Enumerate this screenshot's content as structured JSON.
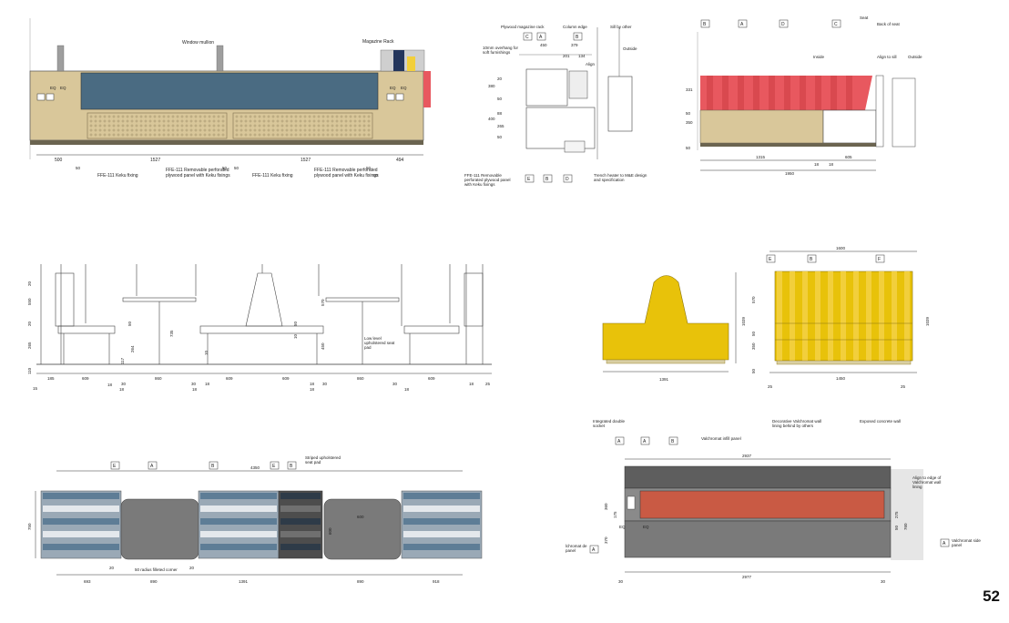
{
  "page_number": "52",
  "colors": {
    "tan": "#d9c79a",
    "teal": "#4a6b82",
    "red": "#e8585f",
    "yellow": "#e8c20a",
    "stripe_yellow": "#f2cf3c",
    "grey": "#7a7a7a",
    "dark_grey": "#5e5e5e",
    "orange_red": "#c95a44",
    "navy": "#23355c",
    "light_grey": "#cfcfcf"
  },
  "elevation_a": {
    "labels": {
      "mullion": "Window mullion",
      "magazine_rack": "Magazine Rack",
      "eq1": "EQ",
      "eq2": "EQ",
      "eq3": "EQ",
      "eq4": "EQ",
      "fix1": "FFE-111 Keku fixing",
      "panel1": "FFE-111 Removable perforated plywood panel with Keku fixings",
      "fix2": "FFE-111 Keku fixing",
      "panel2": "FFE-111 Removable perforated plywood panel with Keku fixings"
    },
    "dims": [
      "500",
      "1527",
      "1527",
      "494",
      "50",
      "50",
      "50",
      "50",
      "50"
    ]
  },
  "section_b": {
    "labels": {
      "rack": "Plywood magazine rack",
      "column": "Column edge",
      "sill": "Sill by other",
      "outside": "Outside",
      "overhang": "10mm overhang for soft furnishings",
      "align": "Align",
      "heater": "Trench heater to M&E design and specification",
      "panel": "FFE-111 Removable perforated plywood panel with Keku fixings"
    },
    "dims": [
      "450",
      "379",
      "201",
      "134",
      "380",
      "20",
      "50",
      "88",
      "265",
      "50",
      "400"
    ],
    "tags": [
      "C",
      "A",
      "B",
      "E",
      "B",
      "D"
    ]
  },
  "section_c": {
    "labels": {
      "seat": "Seat",
      "back": "Back of seat",
      "inside": "Inside",
      "outside": "Outside",
      "align": "Align to sill"
    },
    "tags": [
      "B",
      "A",
      "D",
      "C"
    ],
    "dims": [
      "331",
      "350",
      "50",
      "50",
      "1315",
      "605",
      "18",
      "18",
      "1950"
    ]
  },
  "booth_elevation": {
    "label": "Low level upholstered seat pad",
    "dims": [
      "20",
      "550",
      "20",
      "265",
      "110",
      "15",
      "185",
      "609",
      "860",
      "609",
      "609",
      "860",
      "609",
      "18",
      "18",
      "30",
      "30",
      "30",
      "30",
      "18",
      "18",
      "18",
      "18",
      "18",
      "18",
      "25",
      "735",
      "570",
      "450",
      "10",
      "10",
      "50",
      "50",
      "117",
      "264"
    ]
  },
  "sofa_side": {
    "dims": [
      "1039",
      "1391"
    ]
  },
  "sofa_front": {
    "tags": [
      "E",
      "B",
      "F"
    ],
    "dims": [
      "1600",
      "570",
      "350",
      "50",
      "50",
      "1039",
      "1450",
      "25",
      "25"
    ]
  },
  "plan_view": {
    "labels": {
      "striped": "Striped upholstered seat pad",
      "corner": "50 radius filleted corner"
    },
    "tags": [
      "E",
      "A",
      "B",
      "E",
      "B"
    ],
    "dims": [
      "4350",
      "750",
      "600",
      "600",
      "693",
      "890",
      "1391",
      "890",
      "918",
      "20",
      "20"
    ]
  },
  "wall_elevation": {
    "labels": {
      "socket": "Integrated double socket",
      "infill": "Valchromat infill panel",
      "decorative": "Decorative Valchromat wall lining behind by others",
      "concrete": "Exposed concrete wall",
      "align": "Align to edge of Valchromat wall lining",
      "side_left": "lchromat de panel",
      "side_right": "Valchromat side panel",
      "eq1": "EQ",
      "eq2": "EQ"
    },
    "tags": [
      "A",
      "A",
      "B",
      "A",
      "A"
    ],
    "dims": [
      "2937",
      "2977",
      "360",
      "175",
      "370",
      "275",
      "760",
      "50",
      "30",
      "30"
    ]
  }
}
